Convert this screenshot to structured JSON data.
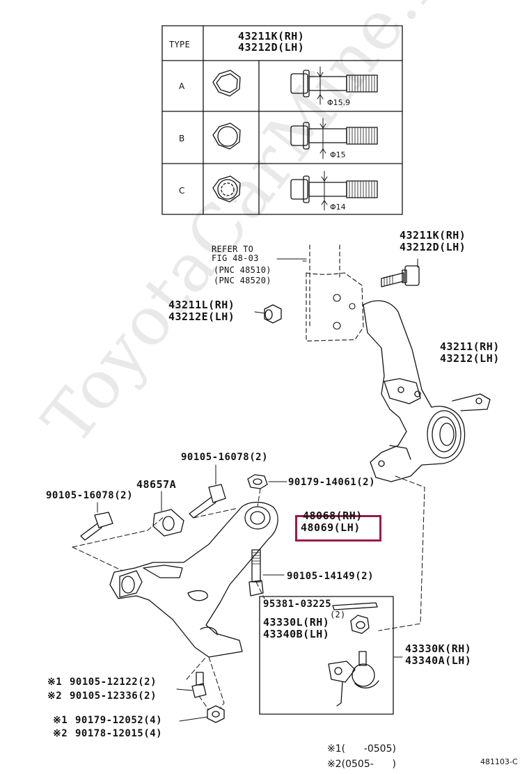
{
  "watermark": "ToyotaCarMine.ru",
  "table": {
    "type_header": "TYPE",
    "part_rh": "43211K(RH)",
    "part_lh": "43212D(LH)",
    "rows": [
      {
        "type": "A",
        "dim": "Φ15.9"
      },
      {
        "type": "B",
        "dim": "Φ15"
      },
      {
        "type": "C",
        "dim": "Φ14"
      }
    ]
  },
  "refer": {
    "line1": "REFER TO",
    "line2": "FIG 48-03",
    "line3": "(PNC 48510)",
    "line4": "(PNC 48520)"
  },
  "labels": {
    "bolt_rh": "43211K(RH)",
    "bolt_lh": "43212D(LH)",
    "nut_rh": "43211L(RH)",
    "nut_lh": "43212E(LH)",
    "knuckle_rh": "43211(RH)",
    "knuckle_lh": "43212(LH)",
    "bolt_16078_top": "90105-16078(2)",
    "bolt_16078_left": "90105-16078(2)",
    "bushing": "48657A",
    "nut_14061": "90179-14061(2)",
    "arm_rh": "48068(RH)",
    "arm_lh": "48069(LH)",
    "bolt_14149": "90105-14149(2)",
    "pin": "95381-03225",
    "pin_qty": "(2)",
    "joint_inner_rh": "43330L(RH)",
    "joint_inner_lh": "43340B(LH)",
    "joint_rh": "43330K(RH)",
    "joint_lh": "43340A(LH)",
    "b1_mark": "※1",
    "b1": "90105-12122(2)",
    "b2_mark": "※2",
    "b2": "90105-12336(2)",
    "n1_mark": "※1",
    "n1": "90179-12052(4)",
    "n2_mark": "※2",
    "n2": "90178-12015(4)"
  },
  "footnotes": {
    "f1": "※1(      -0505)",
    "f2": "※2(0505-      )"
  },
  "figure_code": "481103-C"
}
